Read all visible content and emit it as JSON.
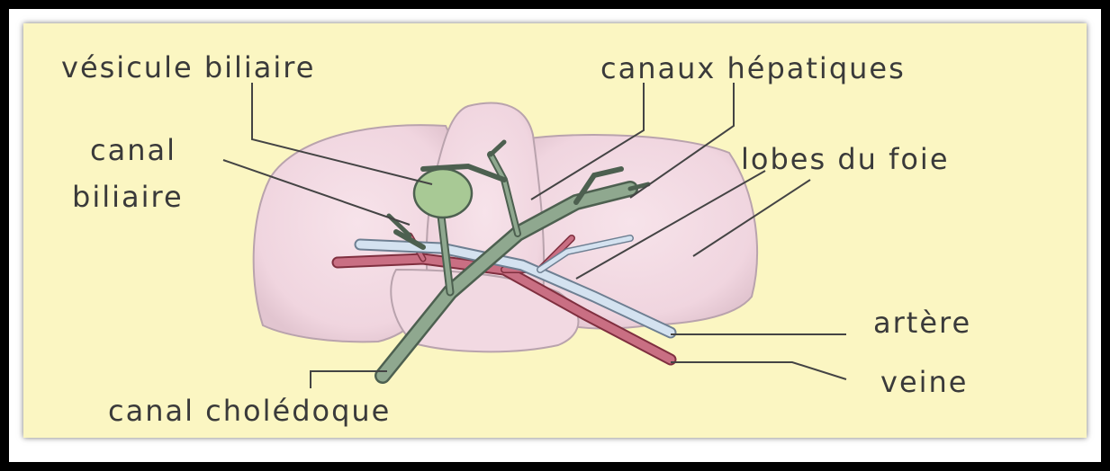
{
  "labels": {
    "gallbladder": "vésicule biliaire",
    "hepatic_ducts": "canaux hépatiques",
    "bile_duct_line1": "canal",
    "bile_duct_line2": "biliaire",
    "liver_lobes": "lobes du foie",
    "artery": "artère",
    "vein": "veine",
    "common_bile_duct": "canal cholédoque"
  },
  "colors": {
    "background": "#fbf6c2",
    "liver": "#f4dde6",
    "liver_outline": "#b9a3ad",
    "bile_duct": "#8aa58a",
    "gallbladder": "#a8c995",
    "artery": "#c9d8ea",
    "vein": "#c96f83",
    "leader_line": "#444444"
  }
}
